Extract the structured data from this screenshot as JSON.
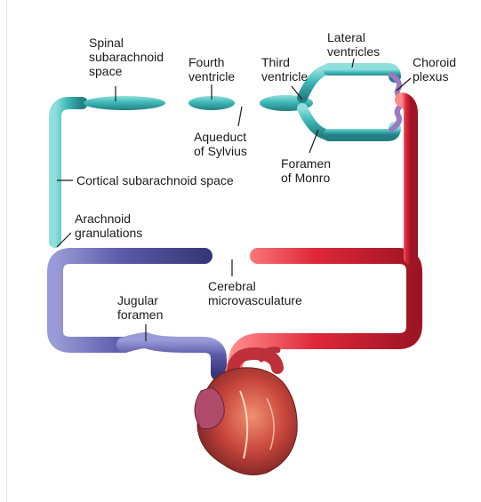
{
  "labels": {
    "spinal": [
      "Spinal",
      "subarachnoid",
      "space"
    ],
    "fourth": [
      "Fourth",
      "ventricle"
    ],
    "third": [
      "Third",
      "ventricle"
    ],
    "lateral": [
      "Lateral",
      "ventricles"
    ],
    "choroid": [
      "Choroid",
      "plexus"
    ],
    "aqueduct": [
      "Aqueduct",
      "of Sylvius"
    ],
    "foramen_monro": [
      "Foramen",
      "of Monro"
    ],
    "cortical": "Cortical subarachnoid space",
    "arachnoid": [
      "Arachnoid",
      "granulations"
    ],
    "cerebral": [
      "Cerebral",
      "microvasculature"
    ],
    "jugular": [
      "Jugular",
      "foramen"
    ]
  },
  "colors": {
    "csf": "#3fb8b8",
    "csf_dark": "#237f82",
    "venous": "#5a5aa8",
    "venous_dark": "#383878",
    "arterial": "#e0283a",
    "arterial_dark": "#9e1424",
    "heart": "#c8463c",
    "heart_dark": "#8a2a2a",
    "choroid_plexus": "#9a7ac0"
  }
}
